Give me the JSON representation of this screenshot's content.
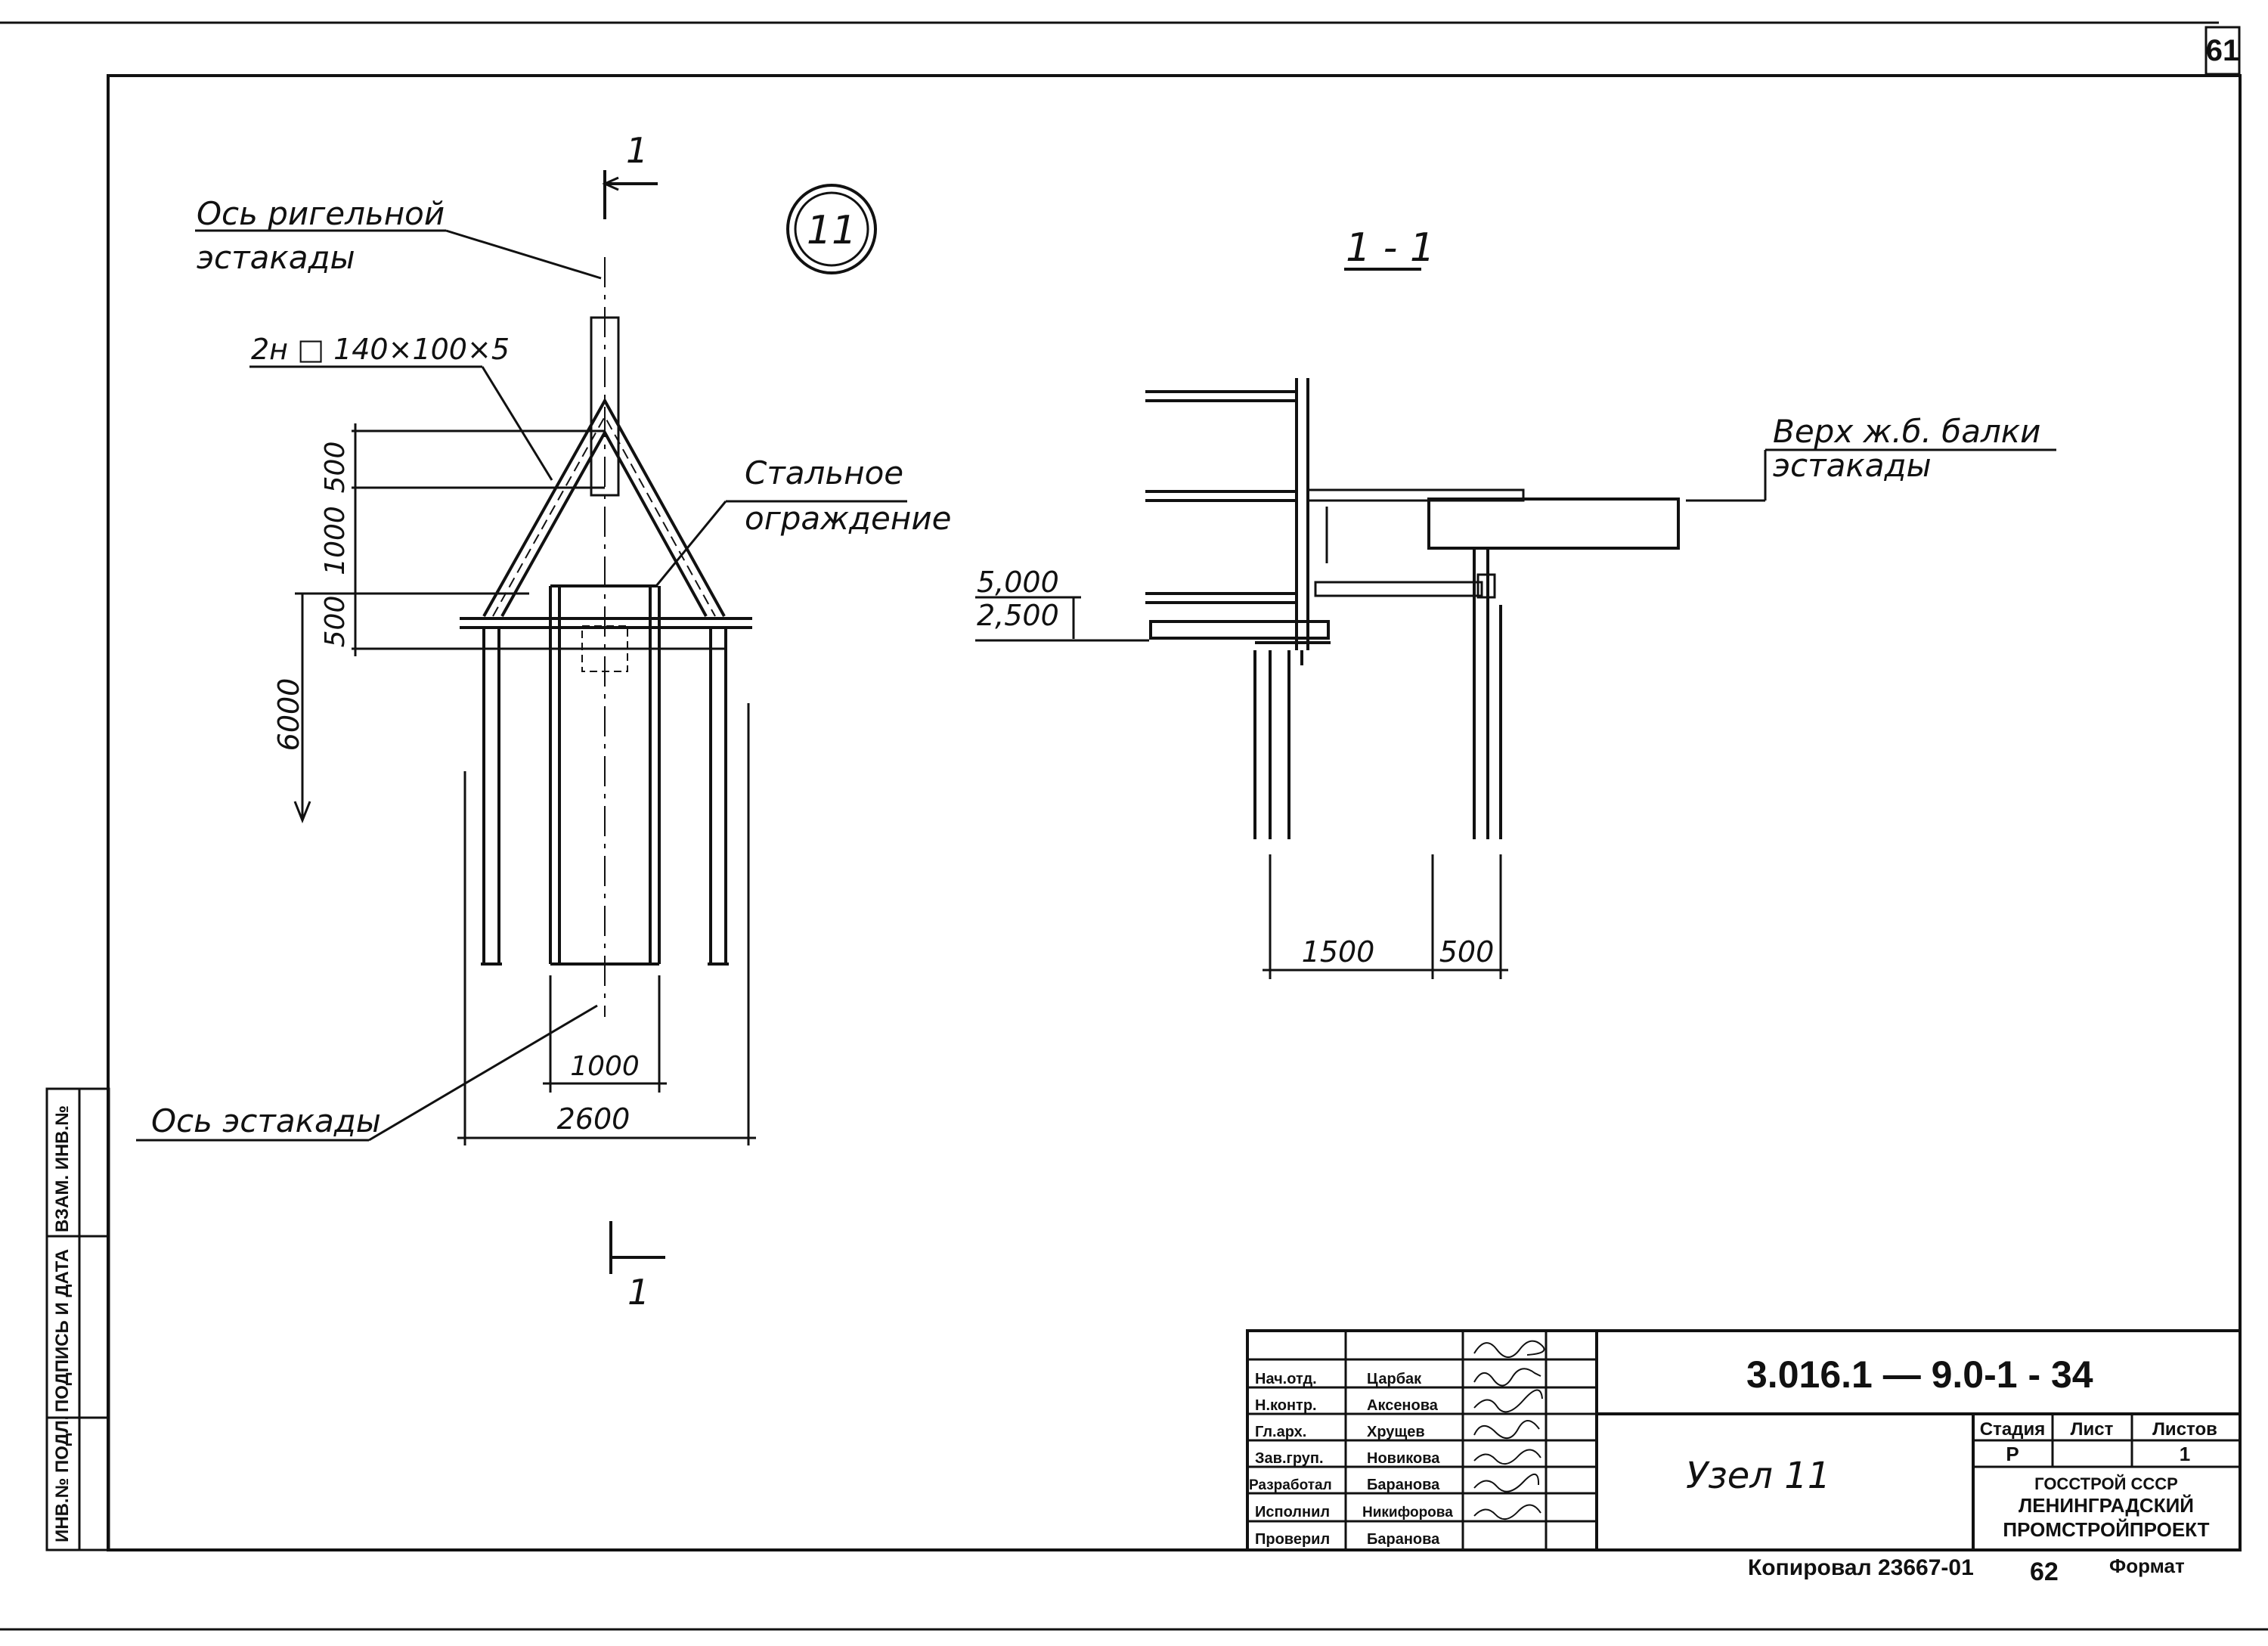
{
  "sheet": {
    "number_top": "61"
  },
  "node_marker": "11",
  "plan": {
    "axis_riegel_line1": "Ось ригельной",
    "axis_riegel_line2": "эстакады",
    "profile": "2н □ 140×100×5",
    "fence_line1": "Стальное",
    "fence_line2": "ограждение",
    "axis_overpass": "Ось эстакады",
    "dims": {
      "d500a": "500",
      "d1000": "1000",
      "d500b": "500",
      "d6000": "6000",
      "d1000w": "1000",
      "d2600": "2600"
    },
    "section_mark": "1"
  },
  "section": {
    "title": "1 - 1",
    "beam_top_line1": "Верх ж.б. балки",
    "beam_top_line2": "эстакады",
    "level_high": "5,000",
    "level_low": "2,500",
    "dims": {
      "d1500": "1500",
      "d500": "500"
    }
  },
  "side_stamp": {
    "col1": "ИНВ.№ ПОДЛ.",
    "col2": "ПОДПИСЬ И ДАТА",
    "col3": "ВЗАМ. ИНВ.№"
  },
  "title_block": {
    "roles": [
      {
        "role": "Нач.отд.",
        "name": "Царбак"
      },
      {
        "role": "Н.контр.",
        "name": "Аксенова"
      },
      {
        "role": "Гл.арх.",
        "name": "Хрущев"
      },
      {
        "role": "Зав.груп.",
        "name": "Новикова"
      },
      {
        "role": "Разработал",
        "name": "Баранова"
      },
      {
        "role": "Исполнил",
        "name": "Никифорова"
      },
      {
        "role": "Проверил",
        "name": "Баранова"
      }
    ],
    "code": "3.016.1 — 9.0-1 - 34",
    "drawing_name": "Узел 11",
    "stage_header": "Стадия",
    "sheet_header": "Лист",
    "sheets_header": "Листов",
    "stage_value": "Р",
    "sheet_value": "",
    "sheets_value": "1",
    "org_line1": "ГОССТРОЙ СССР",
    "org_line2": "ЛЕНИНГРАДСКИЙ",
    "org_line3": "ПРОМСТРОЙПРОЕКТ"
  },
  "footer": {
    "copied": "Копировал 23667-01",
    "page": "62",
    "format": "Формат"
  }
}
